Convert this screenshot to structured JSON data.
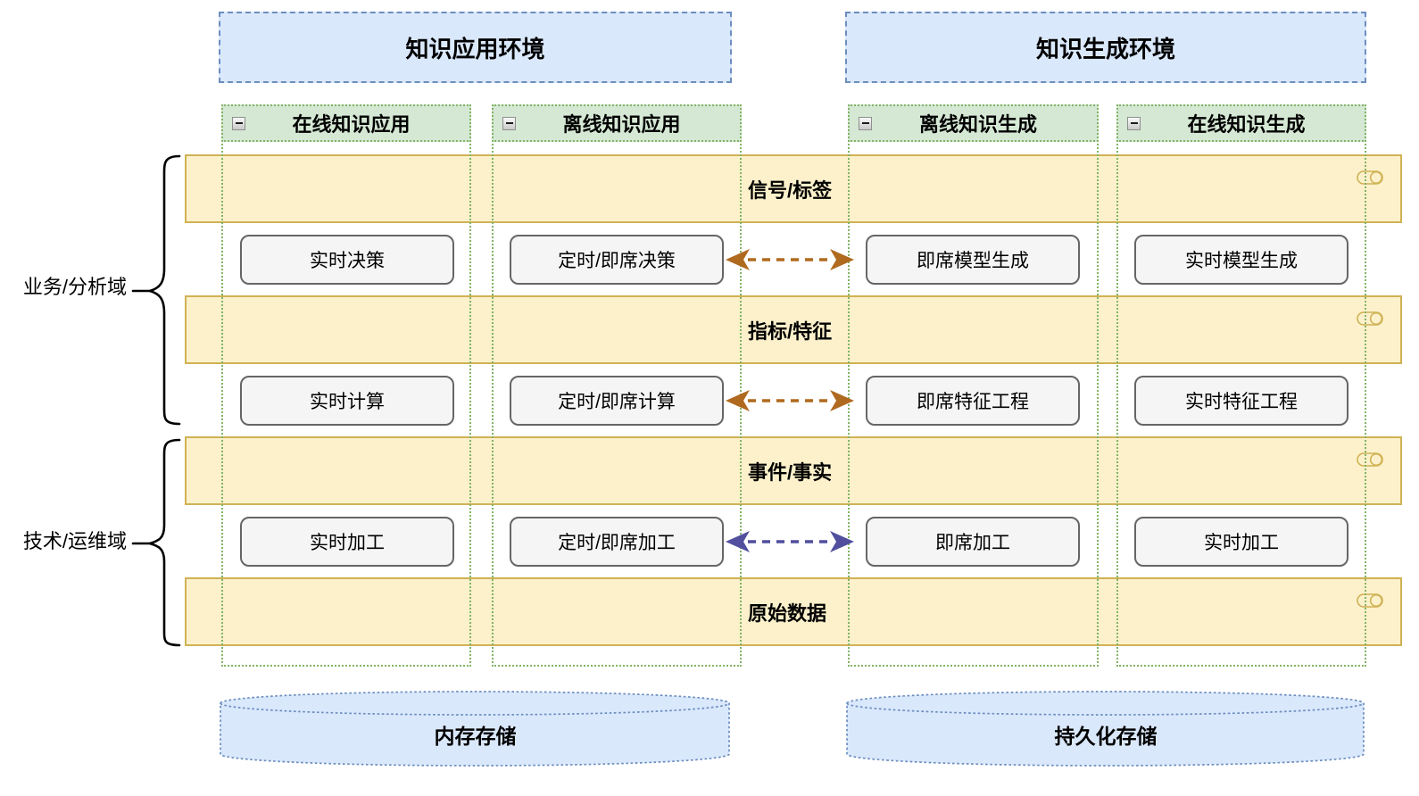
{
  "environments": [
    {
      "label": "知识应用环境"
    },
    {
      "label": "知识生成环境"
    }
  ],
  "columns": [
    {
      "label": "在线知识应用",
      "icon": "collapse-icon"
    },
    {
      "label": "离线知识应用",
      "icon": "collapse-icon"
    },
    {
      "label": "离线知识生成",
      "icon": "collapse-icon"
    },
    {
      "label": "在线知识生成",
      "icon": "collapse-icon"
    }
  ],
  "domains": [
    {
      "label": "业务/分析域"
    },
    {
      "label": "技术/运维域"
    }
  ],
  "bands": [
    {
      "label": "信号/标签",
      "icon": "datastore-roll-icon"
    },
    {
      "label": "指标/特征",
      "icon": "datastore-roll-icon"
    },
    {
      "label": "事件/事实",
      "icon": "datastore-roll-icon"
    },
    {
      "label": "原始数据",
      "icon": "datastore-roll-icon"
    }
  ],
  "grid": {
    "rows": [
      {
        "cells": [
          {
            "label": "实时决策"
          },
          {
            "label": "定时/即席决策"
          },
          {
            "label": "即席模型生成"
          },
          {
            "label": "实时模型生成"
          }
        ]
      },
      {
        "cells": [
          {
            "label": "实时计算"
          },
          {
            "label": "定时/即席计算"
          },
          {
            "label": "即席特征工程"
          },
          {
            "label": "实时特征工程"
          }
        ]
      },
      {
        "cells": [
          {
            "label": "实时加工"
          },
          {
            "label": "定时/即席加工"
          },
          {
            "label": "即席加工"
          },
          {
            "label": "实时加工"
          }
        ]
      }
    ]
  },
  "arrows": [
    {
      "connects": "定时/即席决策 ↔ 即席模型生成",
      "style": "dashed",
      "direction": "both",
      "color": "#b06a1f"
    },
    {
      "connects": "定时/即席计算 ↔ 即席特征工程",
      "style": "dashed",
      "direction": "both",
      "color": "#b06a1f"
    },
    {
      "connects": "定时/即席加工 ↔ 即席加工",
      "style": "dashed",
      "direction": "both",
      "color": "#514f9e"
    }
  ],
  "storages": [
    {
      "label": "内存存储"
    },
    {
      "label": "持久化存储"
    }
  ],
  "colors": {
    "env-fill": "#dae8fc",
    "env-border": "#6c8ebf",
    "col-fill": "#d5e8d4",
    "col-border": "#82b366",
    "band-fill": "#fcf1cb",
    "band-border": "#d0b254",
    "box-fill": "#f5f5f5",
    "box-border": "#666666",
    "storage-fill": "#dae8fc",
    "storage-border": "#6c8ebf",
    "arrow-orange": "#b06a1f",
    "arrow-purple": "#514f9e"
  }
}
